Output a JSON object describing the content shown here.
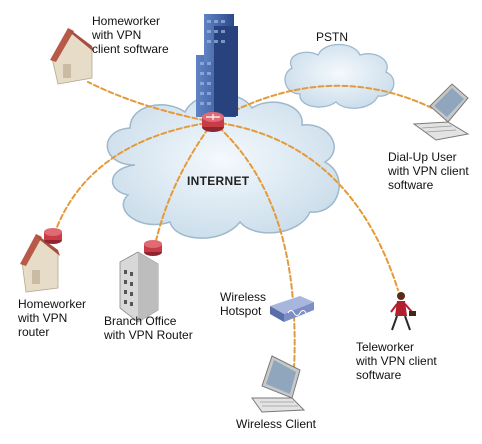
{
  "diagram": {
    "cloud_label": "INTERNET",
    "pstn_label": "PSTN",
    "nodes": {
      "homeworker_client": "Homeworker\nwith VPN\nclient software",
      "dialup_user": "Dial-Up User\nwith VPN client\nsoftware",
      "homeworker_router": "Homeworker\nwith VPN\nrouter",
      "branch_office": "Branch Office\nwith VPN Router",
      "wireless_hotspot": "Wireless\nHotspot",
      "teleworker": "Teleworker\nwith VPN client\nsoftware",
      "wireless_client": "Wireless Client"
    },
    "colors": {
      "cloud_fill": "#dbe9f3",
      "cloud_edge": "#9fb8cc",
      "link": "#e59a3a",
      "router": "#c83c48",
      "building": "#3a5fa6",
      "house": "#e6dcc8",
      "roof": "#b85a48",
      "laptop": "#dcdcdc",
      "hotspot": "#7c8ec4"
    }
  }
}
